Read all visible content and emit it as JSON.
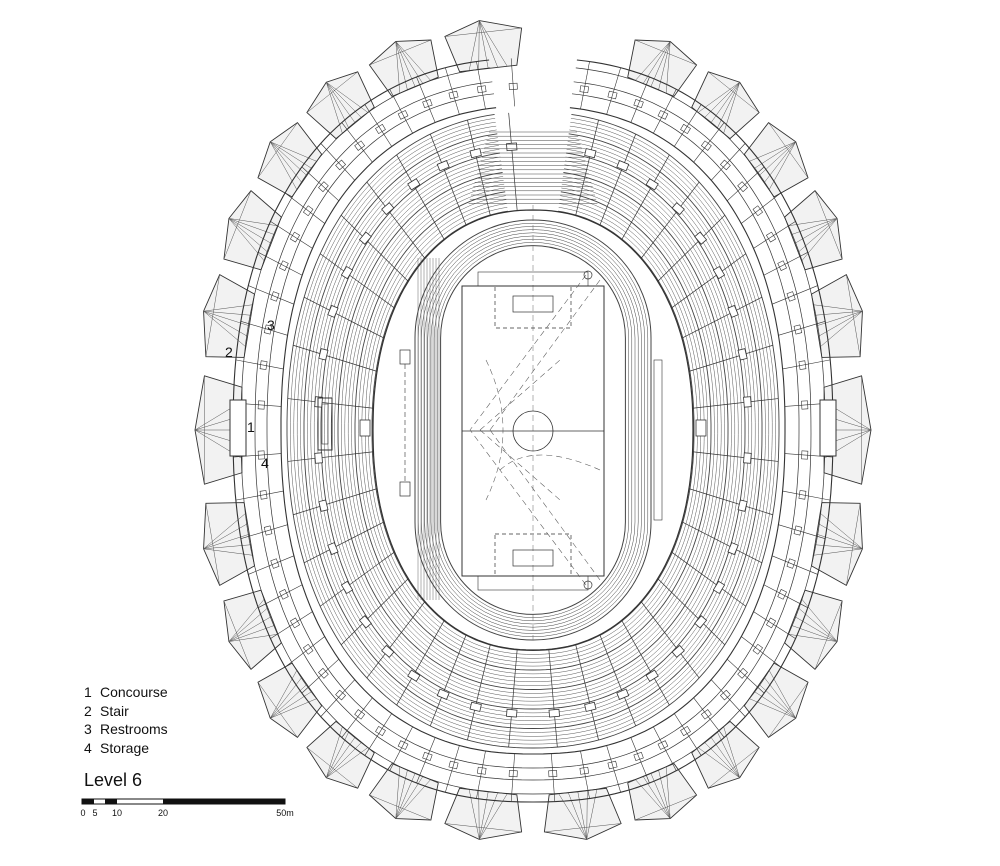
{
  "callouts": [
    "1",
    "2",
    "3",
    "4"
  ],
  "legend": [
    {
      "num": "1",
      "label": "Concourse"
    },
    {
      "num": "2",
      "label": "Stair"
    },
    {
      "num": "3",
      "label": "Restrooms"
    },
    {
      "num": "4",
      "label": "Storage"
    }
  ],
  "title": "Level 6",
  "scale": {
    "ticks": [
      "0",
      "5",
      "10",
      "20",
      "50m"
    ]
  }
}
